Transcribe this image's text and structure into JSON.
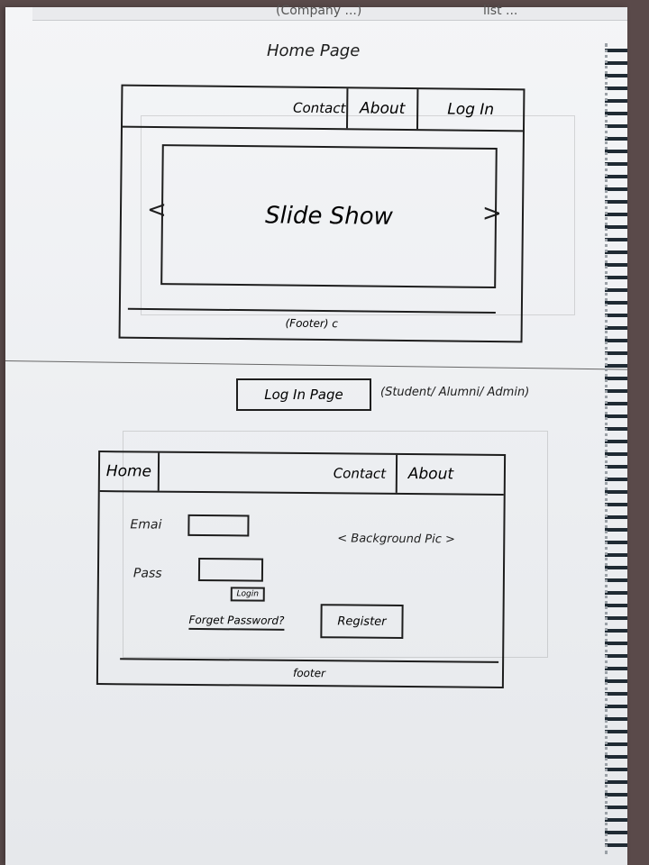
{
  "top_sheet": {
    "scribble_left": "(Company ...)",
    "scribble_right": "list ..."
  },
  "home_sketch": {
    "title": "Home Page",
    "nav": {
      "contact": "Contact",
      "about": "About",
      "login": "Log In"
    },
    "slideshow": {
      "label": "Slide Show",
      "prev": "<",
      "next": ">"
    },
    "footer": "(Footer) c"
  },
  "login_sketch": {
    "heading_box": "Log In Page",
    "heading_note": "(Student/ Alumni/ Admin)",
    "nav": {
      "home": "Home",
      "contact": "Contact",
      "about": "About"
    },
    "email_label": "Emai",
    "pass_label": "Pass",
    "login_button": "Login",
    "forgot_link": "Forget Password?",
    "register_button": "Register",
    "background_note": "< Background Pic >",
    "footer": "footer"
  }
}
